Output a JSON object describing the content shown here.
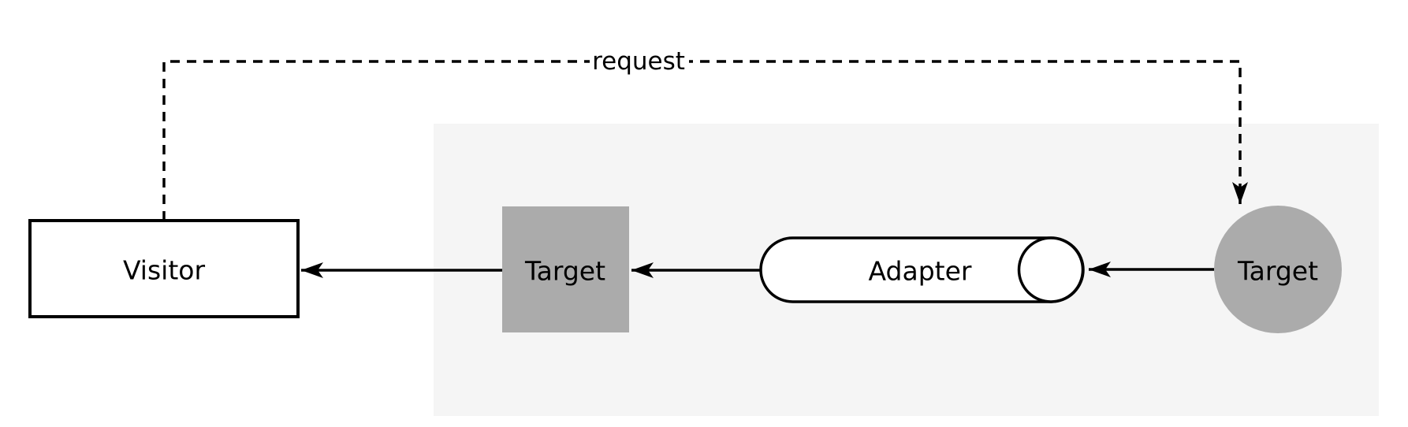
{
  "diagram": {
    "colors": {
      "canvas_bg": "#ffffff",
      "container_fill": "#f5f5f5",
      "gray_node_fill": "#ababab",
      "white_fill": "#ffffff",
      "line": "#000000",
      "text": "#000000"
    },
    "nodes": {
      "visitor": {
        "label": "Visitor",
        "shape": "rectangle"
      },
      "inner_target": {
        "label": "Target",
        "shape": "square"
      },
      "adapter": {
        "label": "Adapter",
        "shape": "pill-with-ball-connector"
      },
      "outer_target": {
        "label": "Target",
        "shape": "circle"
      }
    },
    "edges": {
      "request": {
        "label": "request",
        "style": "dashed-arrow"
      }
    }
  }
}
